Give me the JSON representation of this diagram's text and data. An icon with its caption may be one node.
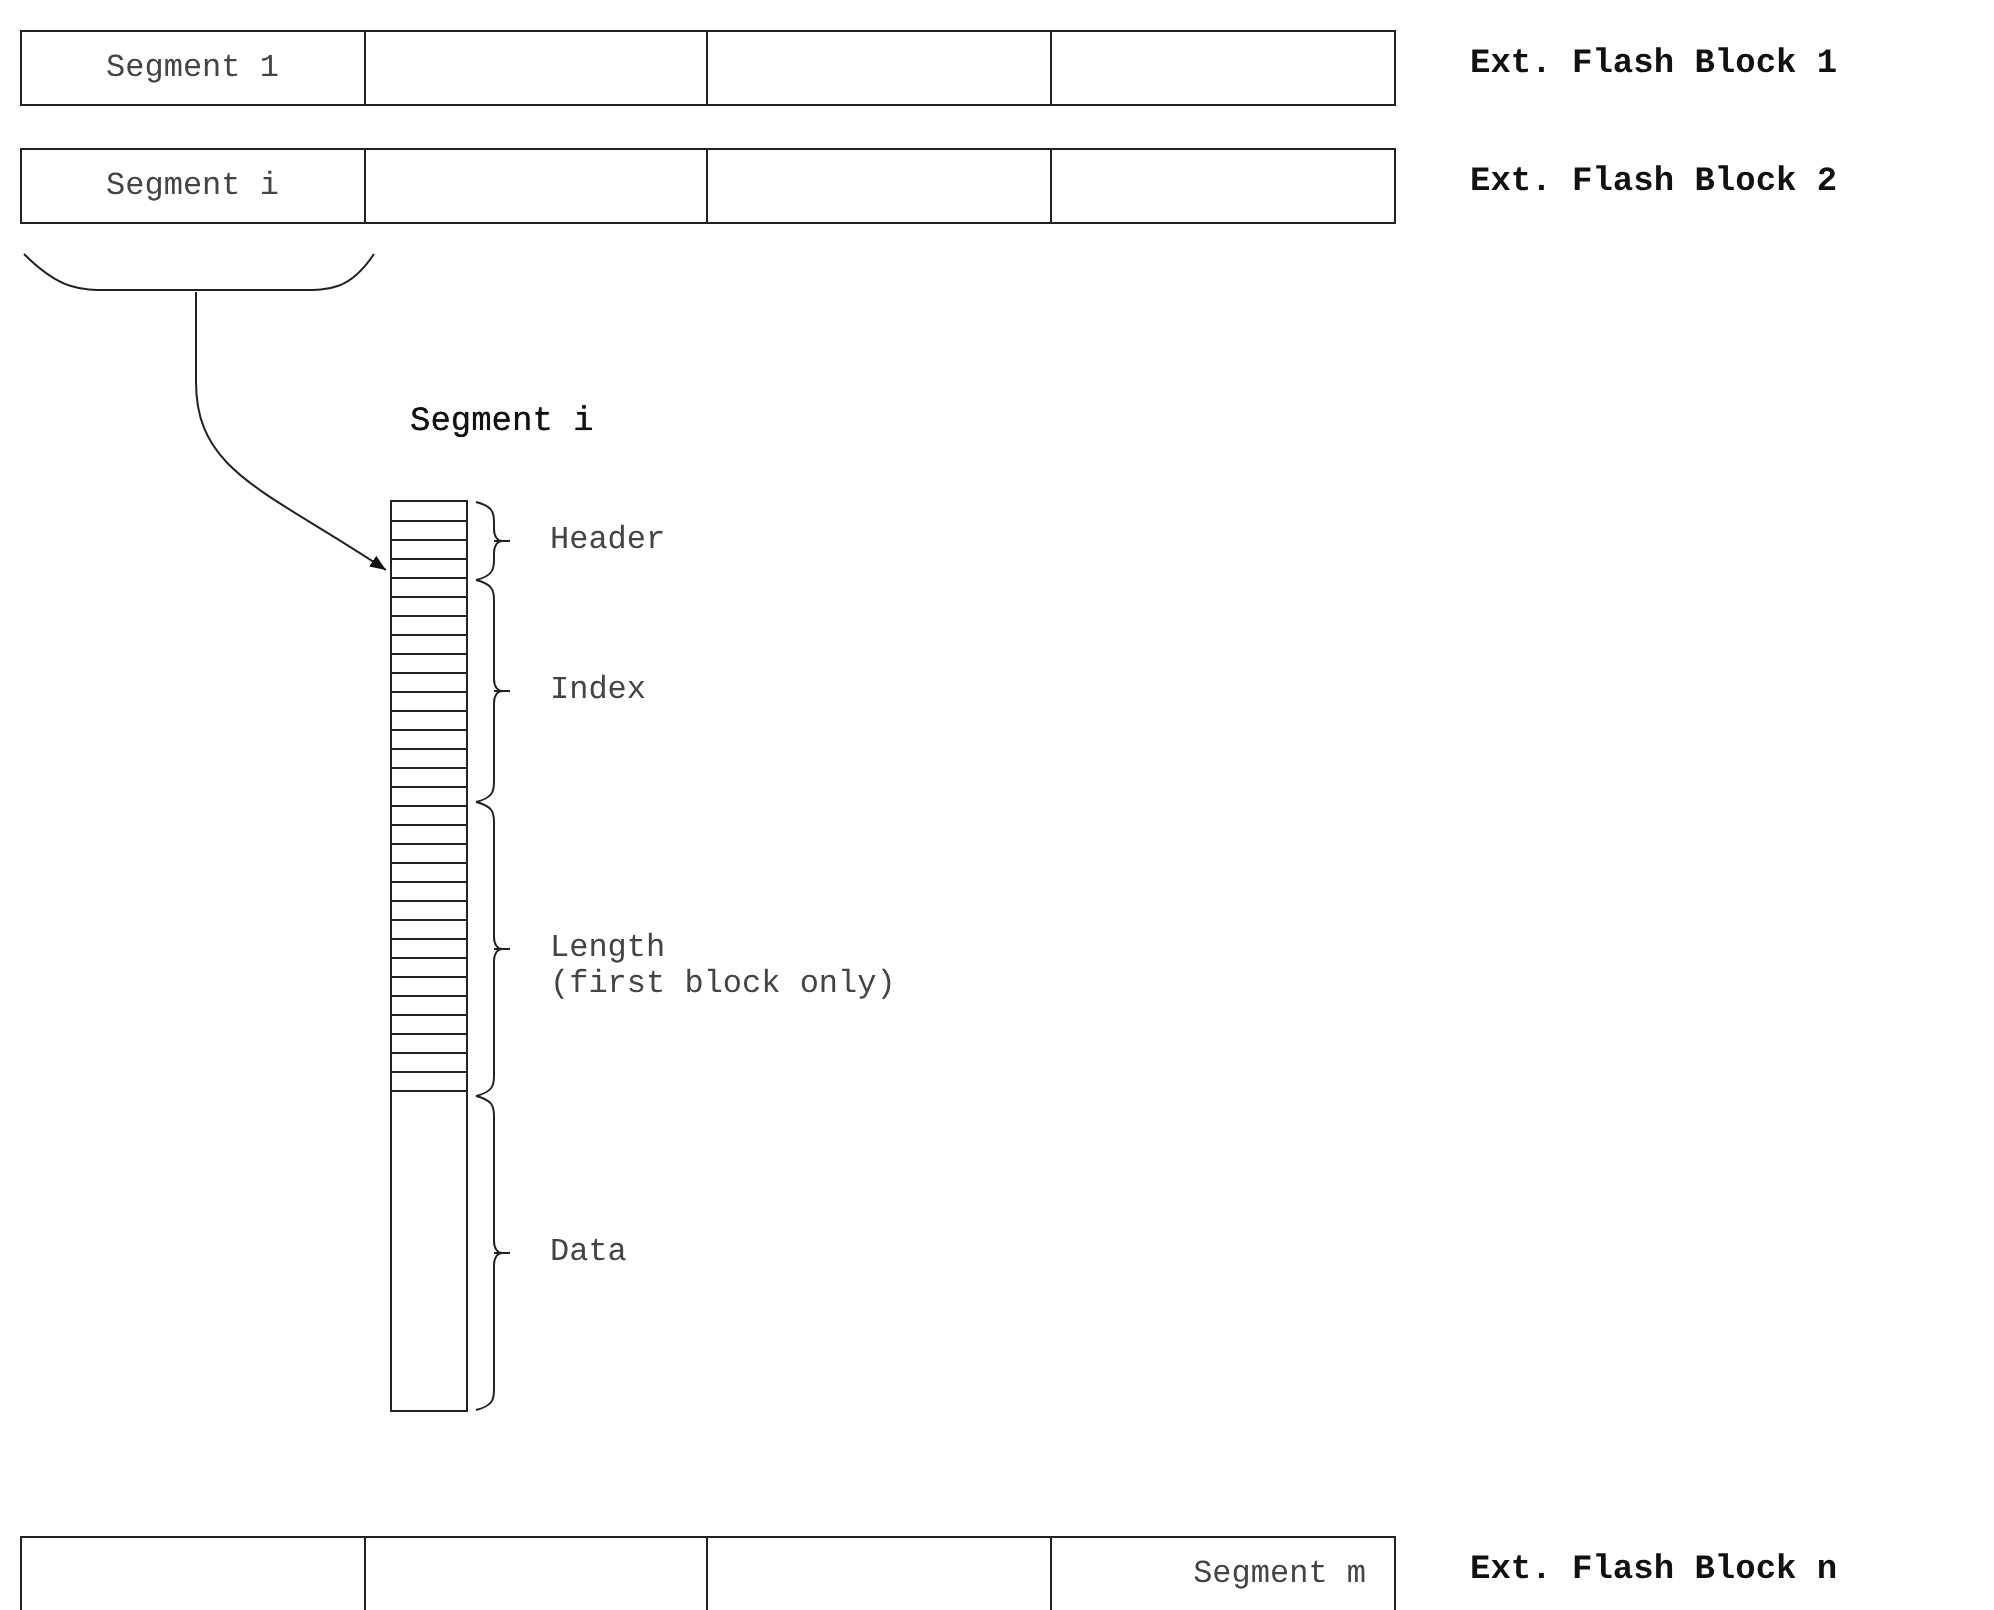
{
  "diagram": {
    "nodes": [
      {
        "text": [
          "Ext. Flash Block 1"
        ]
      },
      {
        "text": [
          "Segment 1"
        ],
        "in": 0
      },
      {
        "text": [],
        "shape": "box",
        "in": 0
      },
      {
        "text": [],
        "shape": "box",
        "in": 0
      },
      {
        "text": [],
        "shape": "box",
        "in": 0
      },
      {
        "text": [
          "Ext. Flash Block 2"
        ]
      },
      {
        "text": [
          "Segment i"
        ],
        "in": 5
      },
      {
        "text": [],
        "shape": "box",
        "in": 5
      },
      {
        "text": [],
        "shape": "box",
        "in": 5
      },
      {
        "text": [],
        "shape": "box",
        "in": 5
      },
      {
        "text": [
          "Segment i"
        ]
      },
      {
        "text": [
          "Ext. Flash Block n"
        ]
      },
      {
        "text": [],
        "shape": "box",
        "in": 11
      },
      {
        "text": [],
        "shape": "box",
        "in": 11
      },
      {
        "text": [],
        "shape": "box",
        "in": 11
      },
      {
        "text": [
          "Segment m"
        ],
        "in": 11
      }
    ],
    "edges": [
      {
        "from": 6,
        "to": 10,
        "arrow": "to"
      }
    ],
    "labels": [
      "Header",
      "Index",
      "Length (first block only)",
      "Data"
    ]
  }
}
